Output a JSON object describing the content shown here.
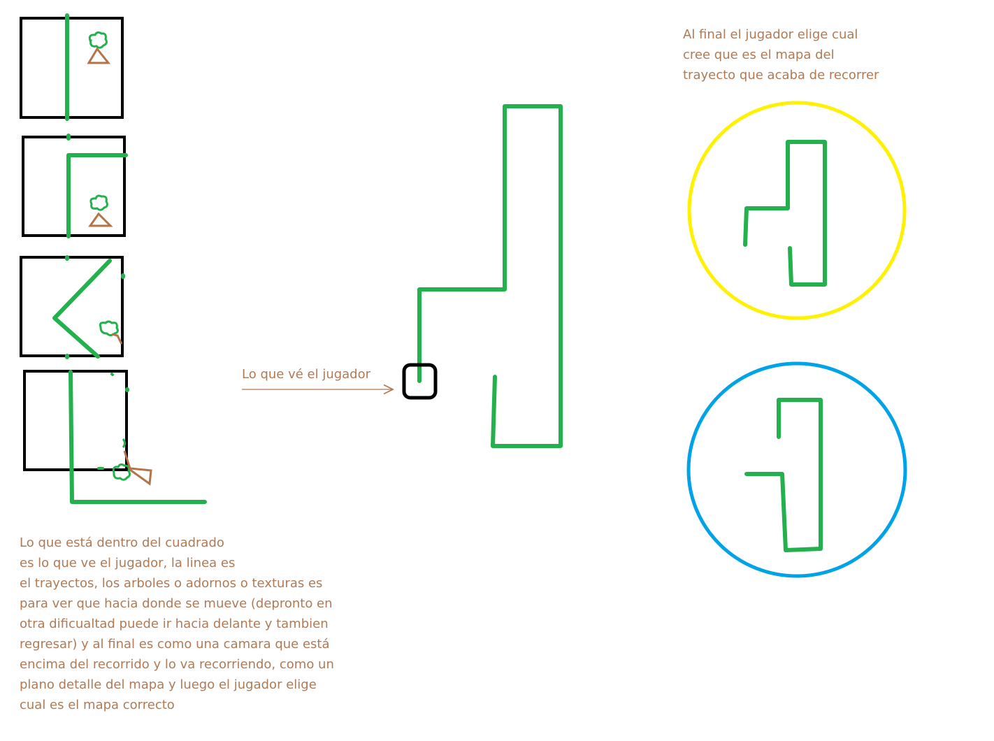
{
  "notes": {
    "final": [
      "Al final el jugador elige cual",
      "cree que es el mapa del",
      "trayecto que acaba de recorrer"
    ],
    "player_view": "Lo que vé el jugador",
    "explanation": [
      "Lo que está dentro del cuadrado",
      "es lo que ve el jugador, la linea es",
      "el trayectos, los arboles o adornos o texturas es",
      "para ver que hacia donde se mueve (depronto en",
      "otra dificualtad puede ir hacia delante y tambien",
      "regresar) y al final es como una camara que está",
      "encima del recorrido y lo va recorriendo, como un",
      "plano detalle del mapa y luego el jugador elige",
      "cual es el mapa correcto"
    ]
  },
  "colors": {
    "path": "#22b14c",
    "frame": "#000000",
    "text": "#b07a55",
    "tree_trunk": "#b5734a",
    "option_a_ring": "#fff200",
    "option_b_ring": "#00a2e8"
  }
}
